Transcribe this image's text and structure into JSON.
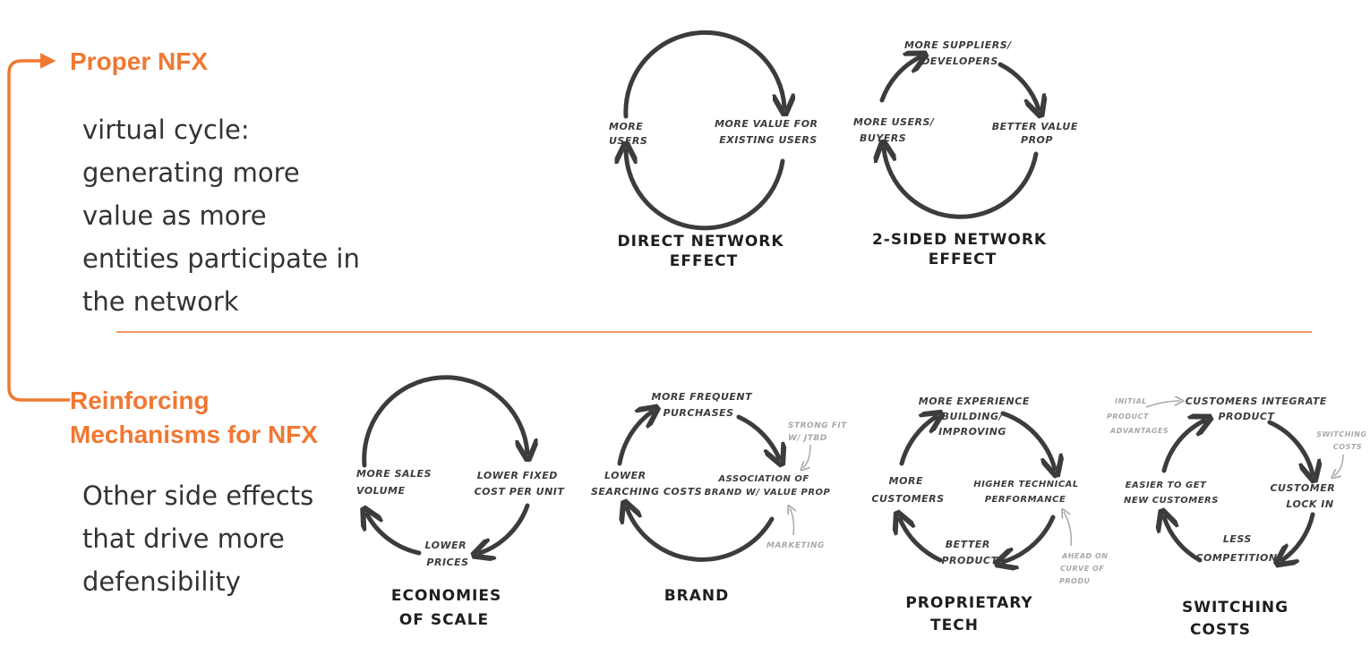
{
  "colors": {
    "accent": "#f07832",
    "text": "#333333",
    "ink": "#3c3c3c",
    "note": "#a8a8a8"
  },
  "sections": {
    "proper": {
      "title": "Proper NFX",
      "body": [
        "virtual cycle:",
        "generating more",
        "value as more",
        "entities participate in",
        "the network"
      ]
    },
    "reinforcing": {
      "title": [
        "Reinforcing",
        "Mechanisms for NFX"
      ],
      "body": [
        "Other side effects",
        "that drive more",
        "defensibility"
      ]
    }
  },
  "cycles": [
    {
      "id": "direct-network-effect",
      "title": [
        "DIRECT NETWORK",
        "EFFECT"
      ],
      "labels": [
        [
          "MORE",
          "USERS"
        ],
        [
          "MORE VALUE FOR",
          "EXISTING USERS"
        ]
      ],
      "notes": []
    },
    {
      "id": "two-sided-network-effect",
      "title": [
        "2-SIDED NETWORK",
        "EFFECT"
      ],
      "labels": [
        [
          "MORE SUPPLIERS/",
          "DEVELOPERS"
        ],
        [
          "BETTER VALUE",
          "PROP"
        ],
        [
          "MORE USERS/",
          "BUYERS"
        ]
      ],
      "notes": []
    },
    {
      "id": "economies-of-scale",
      "title": [
        "ECONOMIES",
        "OF SCALE"
      ],
      "labels": [
        [
          "MORE SALES",
          "VOLUME"
        ],
        [
          "LOWER FIXED",
          "COST PER UNIT"
        ],
        [
          "LOWER",
          "PRICES"
        ]
      ],
      "notes": []
    },
    {
      "id": "brand",
      "title": [
        "BRAND"
      ],
      "labels": [
        [
          "MORE FREQUENT",
          "PURCHASES"
        ],
        [
          "ASSOCIATION OF",
          "BRAND W/ VALUE PROP"
        ],
        [
          "LOWER",
          "SEARCHING COSTS"
        ]
      ],
      "notes": [
        [
          "STRONG FIT",
          "W/ JTBD"
        ],
        [
          "MARKETING"
        ]
      ]
    },
    {
      "id": "proprietary-tech",
      "title": [
        "PROPRIETARY",
        "TECH"
      ],
      "labels": [
        [
          "MORE EXPERIENCE",
          "BUILDING/",
          "IMPROVING"
        ],
        [
          "HIGHER TECHNICAL",
          "PERFORMANCE"
        ],
        [
          "BETTER",
          "PRODUCT"
        ],
        [
          "MORE",
          "CUSTOMERS"
        ]
      ],
      "notes": [
        [
          "AHEAD ON",
          "CURVE OF",
          "PRODU"
        ]
      ]
    },
    {
      "id": "switching-costs",
      "title": [
        "SWITCHING",
        "COSTS"
      ],
      "labels": [
        [
          "CUSTOMERS INTEGRATE",
          "PRODUCT"
        ],
        [
          "CUSTOMER",
          "LOCK IN"
        ],
        [
          "LESS",
          "COMPETITION"
        ],
        [
          "EASIER TO GET",
          "NEW CUSTOMERS"
        ]
      ],
      "notes": [
        [
          "INITIAL",
          "PRODUCT",
          "ADVANTAGES"
        ],
        [
          "SWITCHING",
          "COSTS"
        ]
      ]
    }
  ]
}
